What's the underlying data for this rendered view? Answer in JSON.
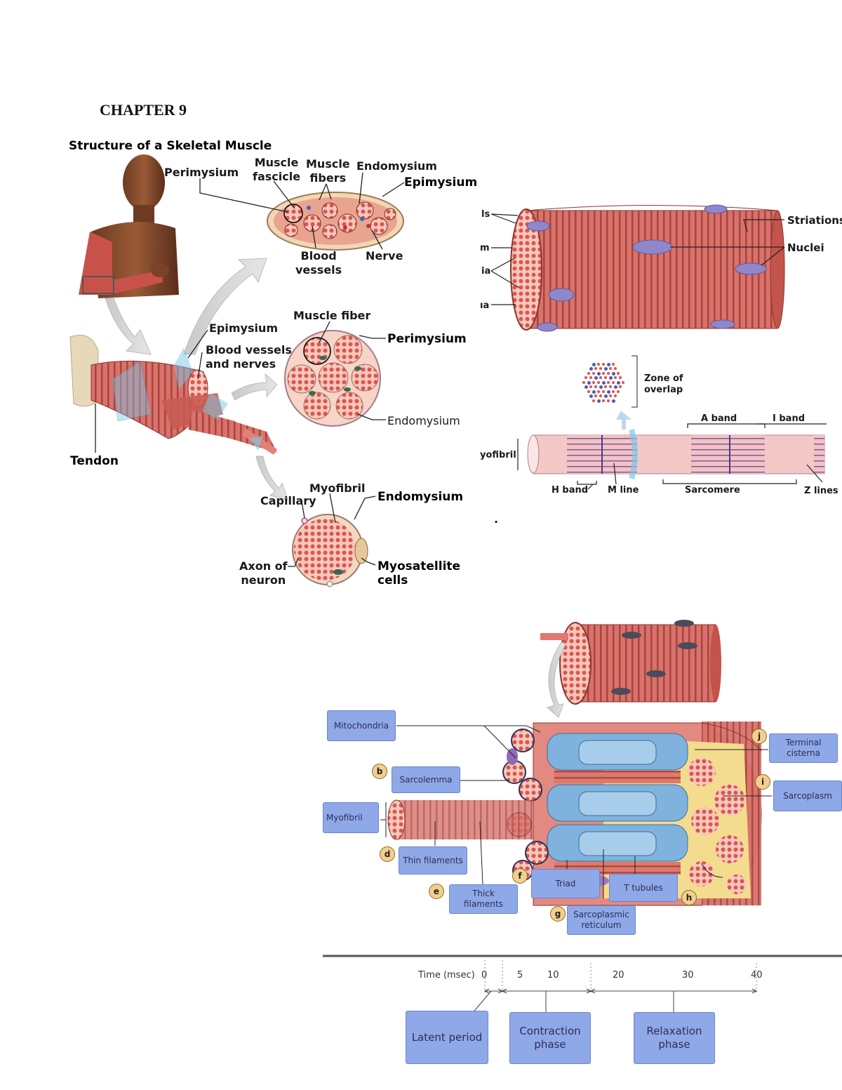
{
  "chapter_title": "CHAPTER 9",
  "skeletal": {
    "title": "Structure of a Skeletal Muscle",
    "perimysium": "Perimysium",
    "muscle_fascicle": "Muscle\nfascicle",
    "muscle_fibers": "Muscle\nfibers",
    "endomysium_top": "Endomysium",
    "epimysium_top": "Epimysium",
    "blood_vessels": "Blood\nvessels",
    "nerve": "Nerve",
    "epimysium_mid": "Epimysium",
    "blood_vessels_nerves": "Blood vessels\nand nerves",
    "muscle_fiber": "Muscle fiber",
    "perimysium_mid": "Perimysium",
    "endomysium_mid": "Endomysium",
    "tendon": "Tendon",
    "myofibril": "Myofibril",
    "capillary": "Capillary",
    "endomysium_bot": "Endomysium",
    "axon": "Axon of\nneuron",
    "myosatellite": "Myosatellite\ncells"
  },
  "fiber": {
    "left_labels": [
      "ls",
      "m",
      "ia",
      "ıa"
    ],
    "striations": "Striations",
    "nuclei": "Nuclei",
    "zone_of_overlap": "Zone of\noverlap",
    "a_band": "A band",
    "i_band": "I band",
    "myofibril_partial": "yofibril",
    "h_band": "H band",
    "m_line": "M line",
    "sarcomere": "Sarcomere",
    "z_lines": "Z lines",
    "dot": "."
  },
  "cell": {
    "mitochondria": "Mitochondria",
    "sarcolemma": "Sarcolemma",
    "myofibril": "Myofibril",
    "thin_filaments": "Thin filaments",
    "thick_filaments": "Thick\nfilaments",
    "triad": "Triad",
    "t_tubules": "T tubules",
    "sarcoplasmic_reticulum": "Sarcoplasmic\nreticulum",
    "terminal_cisterna": "Terminal\ncisterna",
    "sarcoplasm": "Sarcoplasm",
    "letters": {
      "b": "b",
      "d": "d",
      "e": "e",
      "f": "f",
      "g": "g",
      "h": "h",
      "i": "i",
      "j": "j"
    }
  },
  "timeline": {
    "time_label": "Time (msec)",
    "ticks": [
      "0",
      "5",
      "10",
      "20",
      "30",
      "40"
    ],
    "latent": "Latent period",
    "contraction": "Contraction\nphase",
    "relaxation": "Relaxation\nphase"
  },
  "colors": {
    "muscle": "#d9574e",
    "muscle_light": "#f0a29a",
    "nucleus": "#8f87c9",
    "box_blue": "#8fa8e8",
    "tubule_blue": "#7fb2dc",
    "sarcoplasm_yellow": "#f4dc8e"
  }
}
